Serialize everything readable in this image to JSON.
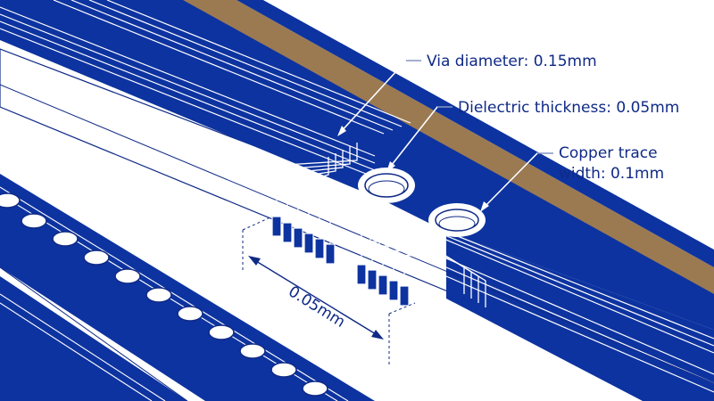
{
  "callouts": {
    "via_diameter": "Via diameter: 0.15mm",
    "dielectric_thickness": "Dielectric thickness: 0.05mm",
    "copper_trace_line1": "Copper trace",
    "copper_trace_line2": "width: 0.1mm"
  },
  "dimension": {
    "spacing_label": "0.05mm"
  },
  "colors": {
    "substrate_blue": "#0d33a0",
    "copper_brown": "#9b7a52",
    "trace_white": "#ffffff",
    "outline_navy": "#0f2a86",
    "label_text": "#0f2a86"
  }
}
